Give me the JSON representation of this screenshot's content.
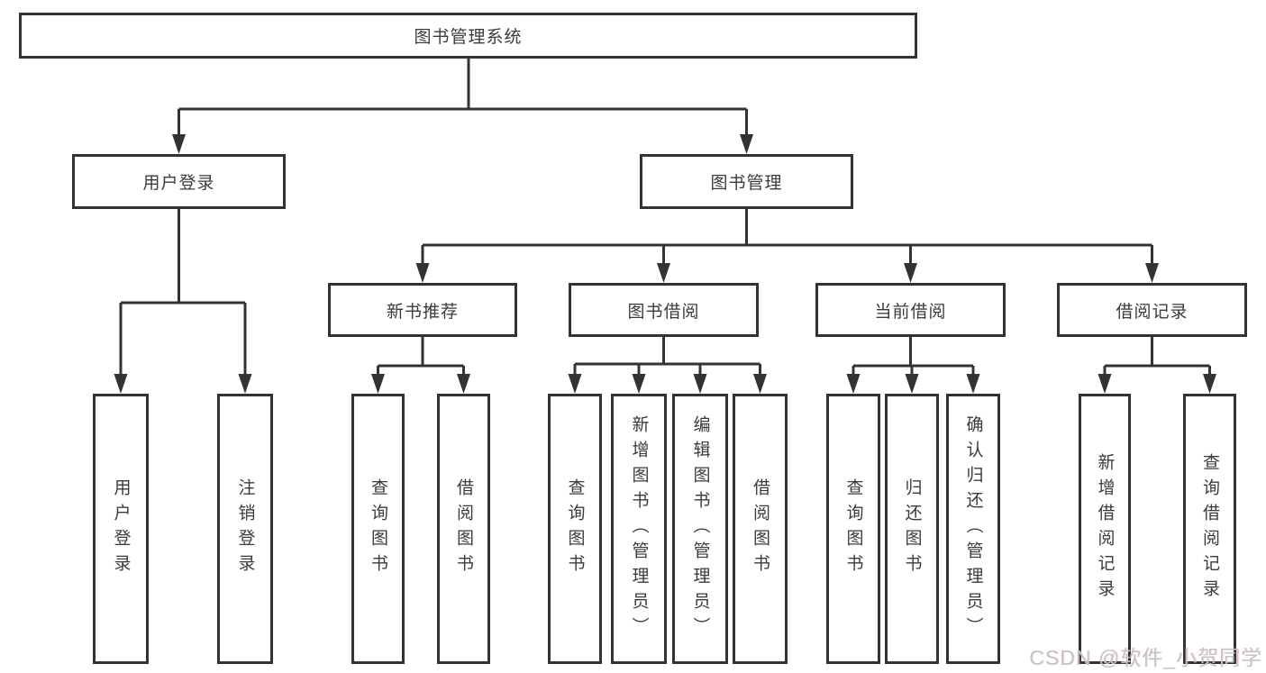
{
  "diagram_title": "图书管理系统",
  "tree": {
    "label": "图书管理系统",
    "children": [
      {
        "label": "用户登录",
        "children": [
          {
            "label": "用户登录"
          },
          {
            "label": "注销登录"
          }
        ]
      },
      {
        "label": "图书管理",
        "children": [
          {
            "label": "新书推荐",
            "children": [
              {
                "label": "查询图书"
              },
              {
                "label": "借阅图书"
              }
            ]
          },
          {
            "label": "图书借阅",
            "children": [
              {
                "label": "查询图书"
              },
              {
                "label": "新增图书（管理员）"
              },
              {
                "label": "编辑图书（管理员）"
              },
              {
                "label": "借阅图书"
              }
            ]
          },
          {
            "label": "当前借阅",
            "children": [
              {
                "label": "查询图书"
              },
              {
                "label": "归还图书"
              },
              {
                "label": "确认归还（管理员）"
              }
            ]
          },
          {
            "label": "借阅记录",
            "children": [
              {
                "label": "新增借阅记录"
              },
              {
                "label": "查询借阅记录"
              }
            ]
          }
        ]
      }
    ]
  },
  "watermark": {
    "text": "CSDN @软件_小贺同学"
  },
  "colors": {
    "line": "#333333",
    "box_border": "#333333",
    "text": "#3b3b3b",
    "background": "#ffffff",
    "watermark": "#c6c3c8"
  }
}
